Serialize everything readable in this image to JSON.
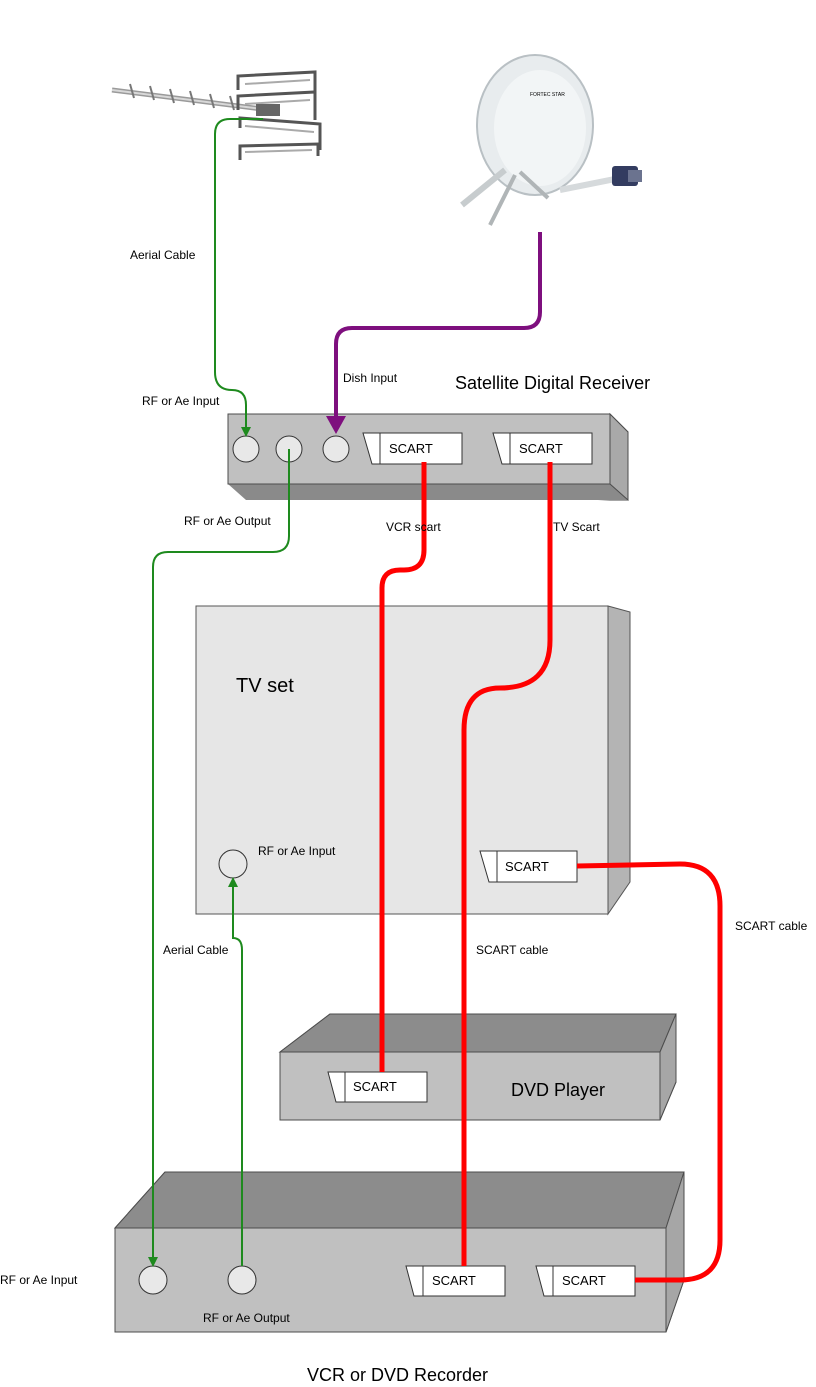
{
  "colors": {
    "aerial_cable": "#1e8a1e",
    "dish_cable": "#7e0f7e",
    "scart_cable": "#ff0000",
    "device_body": "#c0c0c0",
    "tv_front": "#e6e6e6"
  },
  "labels": {
    "aerial_cable_top": "Aerial Cable",
    "dish_input": "Dish  Input",
    "satellite_receiver": "Satellite Digital Receiver",
    "receiver_rf_input": "RF or Ae Input",
    "receiver_rf_output": "RF or Ae Output",
    "vcr_scart": "VCR scart",
    "tv_scart": "TV Scart",
    "tv_set": "TV set",
    "tv_rf_input": "RF or Ae Input",
    "aerial_cable_mid": "Aerial Cable",
    "scart_cable_mid": "SCART cable",
    "scart_cable_right": "SCART cable",
    "dvd_player": "DVD Player",
    "vcr_rf_input": "RF or Ae Input",
    "vcr_rf_output": "RF or Ae Output",
    "vcr_recorder": "VCR or DVD Recorder",
    "dish_brand": "FORTEC STAR"
  },
  "ports": {
    "receiver_scart_1": "SCART",
    "receiver_scart_2": "SCART",
    "tv_scart": "SCART",
    "dvd_scart": "SCART",
    "vcr_scart_1": "SCART",
    "vcr_scart_2": "SCART"
  },
  "icons": {
    "aerial": "tv-aerial-antenna-icon",
    "dish": "satellite-dish-icon"
  }
}
